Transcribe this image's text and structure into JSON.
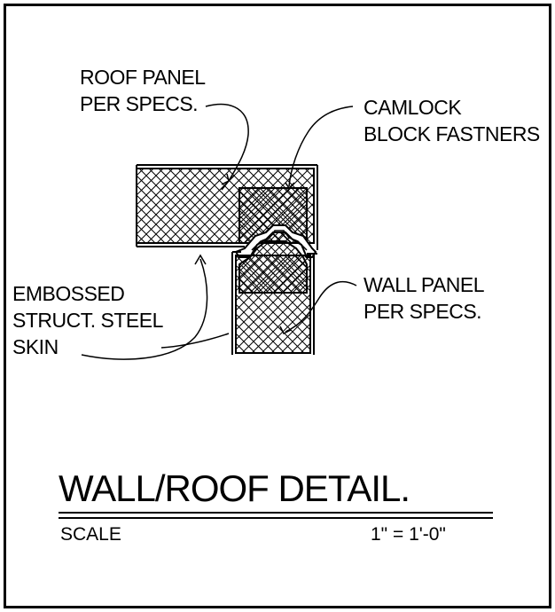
{
  "labels": {
    "roof_panel": "ROOF PANEL\nPER SPECS.",
    "camlock": "CAMLOCK\nBLOCK FASTNERS",
    "embossed": "EMBOSSED\nSTRUCT. STEEL\nSKIN",
    "wall_panel": "WALL PANEL\nPER SPECS."
  },
  "title": "WALL/ROOF DETAIL.",
  "scale": {
    "label": "SCALE",
    "value": "1\" = 1'-0\""
  },
  "colors": {
    "ink": "#000000",
    "paper": "#ffffff"
  }
}
